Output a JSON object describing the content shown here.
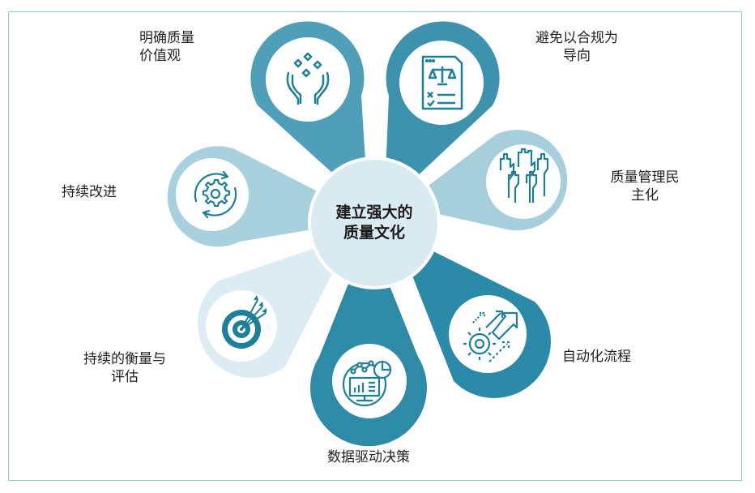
{
  "diagram": {
    "center": {
      "line1": "建立强大的",
      "line2": "质量文化",
      "color": "#d9ebf1"
    },
    "petals": [
      {
        "id": "clear-values",
        "line1": "明确质量",
        "line2": "价值观",
        "icon": "hands-sparkles-icon",
        "color": "#4f9fb8"
      },
      {
        "id": "avoid-compliance",
        "line1": "避免以合规为",
        "line2": "导向",
        "icon": "legal-document-scale-icon",
        "color": "#3d93ad"
      },
      {
        "id": "democratize",
        "line1": "质量管理民",
        "line2": "主化",
        "icon": "raised-hands-icon",
        "color": "#a6cedb"
      },
      {
        "id": "automation",
        "line1": "自动化流程",
        "line2": "",
        "icon": "gear-arrows-up-icon",
        "color": "#2a8aa8"
      },
      {
        "id": "data-driven",
        "line1": "数据驱动决策",
        "line2": "",
        "icon": "analytics-dashboard-icon",
        "color": "#2e8ba8"
      },
      {
        "id": "measure",
        "line1": "持续的衡量与",
        "line2": "评估",
        "icon": "target-arrows-icon",
        "color": "#dcecf2"
      },
      {
        "id": "continuous-improvement",
        "line1": "持续改进",
        "line2": "",
        "icon": "gear-cycle-icon",
        "color": "#a9d0dd"
      }
    ],
    "icon_color": "#1d7f98",
    "frame_color": "#8ec9d3"
  }
}
